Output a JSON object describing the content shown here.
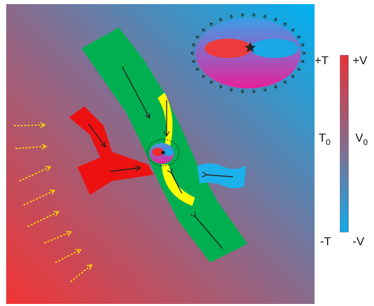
{
  "colorbar": {
    "temp_top": "+T",
    "temp_mid": "T",
    "temp_mid_sub": "0",
    "temp_bottom": "-T",
    "vel_top": "+V",
    "vel_mid": "V",
    "vel_mid_sub": "0",
    "vel_bottom": "-V"
  },
  "colors": {
    "hot": "#e8323a",
    "cold": "#1aa8e6",
    "neutral": "#8a6a8a",
    "band": "#00b04f",
    "flow": "#ffff00",
    "hot_stream": "#ee1111",
    "cold_stream": "#1cb1ea",
    "bg_corner_cold": "#00b0f0",
    "bg_corner_hot": "#f03838",
    "inset_bottom": "#e0209a",
    "arrow": "#222222",
    "wind": "#ffd700"
  },
  "icons": {
    "center_marker": "star-icon"
  }
}
